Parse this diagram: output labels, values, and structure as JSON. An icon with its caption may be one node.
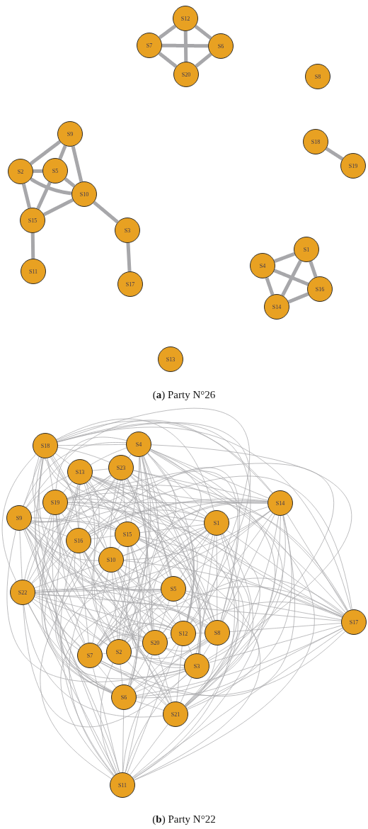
{
  "diagram": {
    "nodes": [
      {
        "text": [
          "S12"
        ]
      },
      {
        "text": [
          "S7"
        ]
      },
      {
        "text": [
          "S6"
        ]
      },
      {
        "text": [
          "S8"
        ]
      },
      {
        "text": [
          "S20"
        ]
      },
      {
        "text": [
          "S9"
        ]
      },
      {
        "text": [
          "S18"
        ]
      },
      {
        "text": [
          "S2"
        ]
      },
      {
        "text": [
          "S5"
        ]
      },
      {
        "text": [
          "S19"
        ]
      },
      {
        "text": [
          "S10"
        ]
      },
      {
        "text": [
          "S15"
        ]
      },
      {
        "text": [
          "S3"
        ]
      },
      {
        "text": [
          "S1"
        ]
      },
      {
        "text": [
          "S4"
        ]
      },
      {
        "text": [
          "S11"
        ]
      },
      {
        "text": [
          "S17"
        ]
      },
      {
        "text": [
          "S16"
        ]
      },
      {
        "text": [
          "S14"
        ]
      },
      {
        "text": [
          "S13"
        ]
      },
      {
        "text": [
          "S4"
        ]
      },
      {
        "text": [
          "S18"
        ]
      },
      {
        "text": [
          "S23"
        ]
      },
      {
        "text": [
          "S13"
        ]
      },
      {
        "text": [
          "S19"
        ]
      },
      {
        "text": [
          "S14"
        ]
      },
      {
        "text": [
          "S9"
        ]
      },
      {
        "text": [
          "S1"
        ]
      },
      {
        "text": [
          "S15"
        ]
      },
      {
        "text": [
          "S16"
        ]
      },
      {
        "text": [
          "S10"
        ]
      },
      {
        "text": [
          "S22"
        ]
      },
      {
        "text": [
          "S5"
        ]
      },
      {
        "text": [
          "S17"
        ]
      },
      {
        "text": [
          "S8"
        ]
      },
      {
        "text": [
          "S12"
        ]
      },
      {
        "text": [
          "S20"
        ]
      },
      {
        "text": [
          "S2"
        ]
      },
      {
        "text": [
          "S7"
        ]
      },
      {
        "text": [
          "S3"
        ]
      },
      {
        "text": [
          "S6"
        ]
      },
      {
        "text": [
          "S21"
        ]
      },
      {
        "text": [
          "S11"
        ]
      }
    ],
    "edges": [
      {
        "from": 0,
        "to": 1,
        "arrow": "none",
        "style": "thick"
      },
      {
        "from": 0,
        "to": 2,
        "arrow": "none",
        "style": "thick"
      },
      {
        "from": 0,
        "to": 4,
        "arrow": "none",
        "style": "thick"
      },
      {
        "from": 1,
        "to": 2,
        "arrow": "none",
        "style": "thick"
      },
      {
        "from": 1,
        "to": 4,
        "arrow": "none",
        "style": "thick"
      },
      {
        "from": 2,
        "to": 4,
        "arrow": "none",
        "style": "thick"
      },
      {
        "from": 6,
        "to": 9,
        "arrow": "none",
        "style": "thick"
      },
      {
        "from": 5,
        "to": 7,
        "arrow": "none",
        "style": "thick"
      },
      {
        "from": 5,
        "to": 8,
        "arrow": "none",
        "style": "thick"
      },
      {
        "from": 5,
        "to": 10,
        "arrow": "none",
        "style": "thick"
      },
      {
        "from": 7,
        "to": 8,
        "arrow": "none",
        "style": "thick"
      },
      {
        "from": 7,
        "to": 10,
        "arrow": "none",
        "style": "thick"
      },
      {
        "from": 7,
        "to": 11,
        "arrow": "none",
        "style": "thick"
      },
      {
        "from": 8,
        "to": 10,
        "arrow": "none",
        "style": "thick"
      },
      {
        "from": 8,
        "to": 11,
        "arrow": "none",
        "style": "thick"
      },
      {
        "from": 10,
        "to": 11,
        "arrow": "none",
        "style": "thick"
      },
      {
        "from": 10,
        "to": 12,
        "arrow": "none",
        "style": "thick"
      },
      {
        "from": 12,
        "to": 16,
        "arrow": "none",
        "style": "thick"
      },
      {
        "from": 11,
        "to": 15,
        "arrow": "none",
        "style": "thick"
      },
      {
        "from": 13,
        "to": 14,
        "arrow": "none",
        "style": "thick"
      },
      {
        "from": 13,
        "to": 17,
        "arrow": "none",
        "style": "thick"
      },
      {
        "from": 13,
        "to": 18,
        "arrow": "none",
        "style": "thick"
      },
      {
        "from": 14,
        "to": 17,
        "arrow": "none",
        "style": "thick"
      },
      {
        "from": 14,
        "to": 18,
        "arrow": "none",
        "style": "thick"
      },
      {
        "from": 17,
        "to": 18,
        "arrow": "none",
        "style": "thick"
      },
      {
        "from": 20,
        "to": 21,
        "arrow": "none"
      },
      {
        "from": 20,
        "to": 22,
        "arrow": "none"
      },
      {
        "from": 20,
        "to": 23,
        "arrow": "none"
      },
      {
        "from": 20,
        "to": 24,
        "arrow": "none"
      },
      {
        "from": 20,
        "to": 25,
        "arrow": "none"
      },
      {
        "from": 20,
        "to": 26,
        "arrow": "none"
      },
      {
        "from": 20,
        "to": 27,
        "arrow": "none"
      },
      {
        "from": 20,
        "to": 28,
        "arrow": "none"
      },
      {
        "from": 20,
        "to": 29,
        "arrow": "none"
      },
      {
        "from": 20,
        "to": 30,
        "arrow": "none"
      },
      {
        "from": 20,
        "to": 31,
        "arrow": "none"
      },
      {
        "from": 20,
        "to": 32,
        "arrow": "none"
      },
      {
        "from": 20,
        "to": 33,
        "arrow": "none"
      },
      {
        "from": 20,
        "to": 34,
        "arrow": "none"
      },
      {
        "from": 20,
        "to": 35,
        "arrow": "none"
      },
      {
        "from": 20,
        "to": 36,
        "arrow": "none"
      },
      {
        "from": 20,
        "to": 37,
        "arrow": "none"
      },
      {
        "from": 20,
        "to": 38,
        "arrow": "none"
      },
      {
        "from": 20,
        "to": 39,
        "arrow": "none"
      },
      {
        "from": 20,
        "to": 40,
        "arrow": "none"
      },
      {
        "from": 20,
        "to": 41,
        "arrow": "none"
      },
      {
        "from": 20,
        "to": 42,
        "arrow": "none"
      },
      {
        "from": 21,
        "to": 22,
        "arrow": "none"
      },
      {
        "from": 21,
        "to": 23,
        "arrow": "none"
      },
      {
        "from": 21,
        "to": 24,
        "arrow": "none"
      },
      {
        "from": 21,
        "to": 25,
        "arrow": "none"
      },
      {
        "from": 21,
        "to": 26,
        "arrow": "none"
      },
      {
        "from": 21,
        "to": 27,
        "arrow": "none"
      },
      {
        "from": 21,
        "to": 28,
        "arrow": "none"
      },
      {
        "from": 21,
        "to": 29,
        "arrow": "none"
      },
      {
        "from": 21,
        "to": 30,
        "arrow": "none"
      },
      {
        "from": 21,
        "to": 31,
        "arrow": "none"
      },
      {
        "from": 21,
        "to": 32,
        "arrow": "none"
      },
      {
        "from": 21,
        "to": 33,
        "arrow": "none"
      },
      {
        "from": 21,
        "to": 34,
        "arrow": "none"
      },
      {
        "from": 21,
        "to": 35,
        "arrow": "none"
      },
      {
        "from": 21,
        "to": 36,
        "arrow": "none"
      },
      {
        "from": 21,
        "to": 37,
        "arrow": "none"
      },
      {
        "from": 21,
        "to": 38,
        "arrow": "none"
      },
      {
        "from": 21,
        "to": 39,
        "arrow": "none"
      },
      {
        "from": 21,
        "to": 40,
        "arrow": "none"
      },
      {
        "from": 21,
        "to": 41,
        "arrow": "none"
      },
      {
        "from": 21,
        "to": 42,
        "arrow": "none"
      },
      {
        "from": 22,
        "to": 23,
        "arrow": "none"
      },
      {
        "from": 22,
        "to": 24,
        "arrow": "none"
      },
      {
        "from": 22,
        "to": 25,
        "arrow": "none"
      },
      {
        "from": 22,
        "to": 26,
        "arrow": "none"
      },
      {
        "from": 22,
        "to": 27,
        "arrow": "none"
      },
      {
        "from": 22,
        "to": 28,
        "arrow": "none"
      },
      {
        "from": 22,
        "to": 29,
        "arrow": "none"
      },
      {
        "from": 22,
        "to": 30,
        "arrow": "none"
      },
      {
        "from": 22,
        "to": 31,
        "arrow": "none"
      },
      {
        "from": 22,
        "to": 32,
        "arrow": "none"
      },
      {
        "from": 22,
        "to": 33,
        "arrow": "none"
      },
      {
        "from": 22,
        "to": 34,
        "arrow": "none"
      },
      {
        "from": 22,
        "to": 35,
        "arrow": "none"
      },
      {
        "from": 22,
        "to": 36,
        "arrow": "none"
      },
      {
        "from": 22,
        "to": 37,
        "arrow": "none"
      },
      {
        "from": 22,
        "to": 38,
        "arrow": "none"
      },
      {
        "from": 22,
        "to": 39,
        "arrow": "none"
      },
      {
        "from": 22,
        "to": 40,
        "arrow": "none"
      },
      {
        "from": 22,
        "to": 41,
        "arrow": "none"
      },
      {
        "from": 22,
        "to": 42,
        "arrow": "none"
      },
      {
        "from": 23,
        "to": 24,
        "arrow": "none"
      },
      {
        "from": 23,
        "to": 25,
        "arrow": "none"
      },
      {
        "from": 23,
        "to": 26,
        "arrow": "none"
      },
      {
        "from": 23,
        "to": 27,
        "arrow": "none"
      },
      {
        "from": 23,
        "to": 28,
        "arrow": "none"
      },
      {
        "from": 23,
        "to": 29,
        "arrow": "none"
      },
      {
        "from": 23,
        "to": 30,
        "arrow": "none"
      },
      {
        "from": 23,
        "to": 31,
        "arrow": "none"
      },
      {
        "from": 23,
        "to": 32,
        "arrow": "none"
      },
      {
        "from": 23,
        "to": 33,
        "arrow": "none"
      },
      {
        "from": 23,
        "to": 34,
        "arrow": "none"
      },
      {
        "from": 23,
        "to": 35,
        "arrow": "none"
      },
      {
        "from": 23,
        "to": 36,
        "arrow": "none"
      },
      {
        "from": 23,
        "to": 37,
        "arrow": "none"
      },
      {
        "from": 23,
        "to": 38,
        "arrow": "none"
      },
      {
        "from": 23,
        "to": 39,
        "arrow": "none"
      },
      {
        "from": 23,
        "to": 40,
        "arrow": "none"
      },
      {
        "from": 23,
        "to": 41,
        "arrow": "none"
      },
      {
        "from": 23,
        "to": 42,
        "arrow": "none"
      },
      {
        "from": 24,
        "to": 25,
        "arrow": "none"
      },
      {
        "from": 24,
        "to": 26,
        "arrow": "none"
      },
      {
        "from": 24,
        "to": 27,
        "arrow": "none"
      },
      {
        "from": 24,
        "to": 28,
        "arrow": "none"
      },
      {
        "from": 24,
        "to": 29,
        "arrow": "none"
      },
      {
        "from": 24,
        "to": 30,
        "arrow": "none"
      },
      {
        "from": 24,
        "to": 31,
        "arrow": "none"
      },
      {
        "from": 24,
        "to": 32,
        "arrow": "none"
      },
      {
        "from": 24,
        "to": 33,
        "arrow": "none"
      },
      {
        "from": 24,
        "to": 34,
        "arrow": "none"
      },
      {
        "from": 24,
        "to": 35,
        "arrow": "none"
      },
      {
        "from": 24,
        "to": 36,
        "arrow": "none"
      },
      {
        "from": 24,
        "to": 37,
        "arrow": "none"
      },
      {
        "from": 24,
        "to": 38,
        "arrow": "none"
      },
      {
        "from": 24,
        "to": 39,
        "arrow": "none"
      },
      {
        "from": 24,
        "to": 40,
        "arrow": "none"
      },
      {
        "from": 24,
        "to": 41,
        "arrow": "none"
      },
      {
        "from": 24,
        "to": 42,
        "arrow": "none"
      },
      {
        "from": 25,
        "to": 26,
        "arrow": "none"
      },
      {
        "from": 25,
        "to": 27,
        "arrow": "none"
      },
      {
        "from": 25,
        "to": 28,
        "arrow": "none"
      },
      {
        "from": 25,
        "to": 29,
        "arrow": "none"
      },
      {
        "from": 25,
        "to": 30,
        "arrow": "none"
      },
      {
        "from": 25,
        "to": 31,
        "arrow": "none"
      },
      {
        "from": 25,
        "to": 32,
        "arrow": "none"
      },
      {
        "from": 25,
        "to": 33,
        "arrow": "none"
      },
      {
        "from": 25,
        "to": 34,
        "arrow": "none"
      },
      {
        "from": 25,
        "to": 35,
        "arrow": "none"
      },
      {
        "from": 25,
        "to": 36,
        "arrow": "none"
      },
      {
        "from": 25,
        "to": 37,
        "arrow": "none"
      },
      {
        "from": 25,
        "to": 38,
        "arrow": "none"
      },
      {
        "from": 25,
        "to": 39,
        "arrow": "none"
      },
      {
        "from": 25,
        "to": 40,
        "arrow": "none"
      },
      {
        "from": 25,
        "to": 41,
        "arrow": "none"
      },
      {
        "from": 25,
        "to": 42,
        "arrow": "none"
      },
      {
        "from": 26,
        "to": 27,
        "arrow": "none"
      },
      {
        "from": 26,
        "to": 28,
        "arrow": "none"
      },
      {
        "from": 26,
        "to": 29,
        "arrow": "none"
      },
      {
        "from": 26,
        "to": 30,
        "arrow": "none"
      },
      {
        "from": 26,
        "to": 31,
        "arrow": "none"
      },
      {
        "from": 26,
        "to": 32,
        "arrow": "none"
      },
      {
        "from": 26,
        "to": 33,
        "arrow": "none"
      },
      {
        "from": 26,
        "to": 34,
        "arrow": "none"
      },
      {
        "from": 26,
        "to": 35,
        "arrow": "none"
      },
      {
        "from": 26,
        "to": 36,
        "arrow": "none"
      },
      {
        "from": 26,
        "to": 37,
        "arrow": "none"
      },
      {
        "from": 26,
        "to": 38,
        "arrow": "none"
      },
      {
        "from": 26,
        "to": 39,
        "arrow": "none"
      },
      {
        "from": 26,
        "to": 40,
        "arrow": "none"
      },
      {
        "from": 26,
        "to": 41,
        "arrow": "none"
      },
      {
        "from": 26,
        "to": 42,
        "arrow": "none"
      },
      {
        "from": 27,
        "to": 28,
        "arrow": "none"
      },
      {
        "from": 27,
        "to": 29,
        "arrow": "none"
      },
      {
        "from": 27,
        "to": 30,
        "arrow": "none"
      },
      {
        "from": 27,
        "to": 31,
        "arrow": "none"
      },
      {
        "from": 27,
        "to": 32,
        "arrow": "none"
      },
      {
        "from": 27,
        "to": 33,
        "arrow": "none"
      },
      {
        "from": 27,
        "to": 34,
        "arrow": "none"
      },
      {
        "from": 27,
        "to": 35,
        "arrow": "none"
      },
      {
        "from": 27,
        "to": 36,
        "arrow": "none"
      },
      {
        "from": 27,
        "to": 37,
        "arrow": "none"
      },
      {
        "from": 27,
        "to": 38,
        "arrow": "none"
      },
      {
        "from": 27,
        "to": 39,
        "arrow": "none"
      },
      {
        "from": 27,
        "to": 40,
        "arrow": "none"
      },
      {
        "from": 27,
        "to": 41,
        "arrow": "none"
      },
      {
        "from": 27,
        "to": 42,
        "arrow": "none"
      },
      {
        "from": 28,
        "to": 29,
        "arrow": "none"
      },
      {
        "from": 28,
        "to": 30,
        "arrow": "none"
      },
      {
        "from": 28,
        "to": 31,
        "arrow": "none"
      },
      {
        "from": 28,
        "to": 32,
        "arrow": "none"
      },
      {
        "from": 28,
        "to": 33,
        "arrow": "none"
      },
      {
        "from": 28,
        "to": 34,
        "arrow": "none"
      },
      {
        "from": 28,
        "to": 35,
        "arrow": "none"
      },
      {
        "from": 28,
        "to": 36,
        "arrow": "none"
      },
      {
        "from": 28,
        "to": 37,
        "arrow": "none"
      },
      {
        "from": 28,
        "to": 38,
        "arrow": "none"
      },
      {
        "from": 28,
        "to": 39,
        "arrow": "none"
      },
      {
        "from": 28,
        "to": 40,
        "arrow": "none"
      },
      {
        "from": 28,
        "to": 41,
        "arrow": "none"
      },
      {
        "from": 28,
        "to": 42,
        "arrow": "none"
      },
      {
        "from": 29,
        "to": 30,
        "arrow": "none"
      },
      {
        "from": 29,
        "to": 31,
        "arrow": "none"
      },
      {
        "from": 29,
        "to": 32,
        "arrow": "none"
      },
      {
        "from": 29,
        "to": 33,
        "arrow": "none"
      },
      {
        "from": 29,
        "to": 34,
        "arrow": "none"
      },
      {
        "from": 29,
        "to": 35,
        "arrow": "none"
      },
      {
        "from": 29,
        "to": 36,
        "arrow": "none"
      },
      {
        "from": 29,
        "to": 37,
        "arrow": "none"
      },
      {
        "from": 29,
        "to": 38,
        "arrow": "none"
      },
      {
        "from": 29,
        "to": 39,
        "arrow": "none"
      },
      {
        "from": 29,
        "to": 40,
        "arrow": "none"
      },
      {
        "from": 29,
        "to": 41,
        "arrow": "none"
      },
      {
        "from": 29,
        "to": 42,
        "arrow": "none"
      },
      {
        "from": 30,
        "to": 31,
        "arrow": "none"
      },
      {
        "from": 30,
        "to": 32,
        "arrow": "none"
      },
      {
        "from": 30,
        "to": 33,
        "arrow": "none"
      },
      {
        "from": 30,
        "to": 34,
        "arrow": "none"
      },
      {
        "from": 30,
        "to": 35,
        "arrow": "none"
      },
      {
        "from": 30,
        "to": 36,
        "arrow": "none"
      },
      {
        "from": 30,
        "to": 37,
        "arrow": "none"
      },
      {
        "from": 30,
        "to": 38,
        "arrow": "none"
      },
      {
        "from": 30,
        "to": 39,
        "arrow": "none"
      },
      {
        "from": 30,
        "to": 40,
        "arrow": "none"
      },
      {
        "from": 30,
        "to": 41,
        "arrow": "none"
      },
      {
        "from": 30,
        "to": 42,
        "arrow": "none"
      },
      {
        "from": 31,
        "to": 32,
        "arrow": "none"
      },
      {
        "from": 31,
        "to": 33,
        "arrow": "none"
      },
      {
        "from": 31,
        "to": 34,
        "arrow": "none"
      },
      {
        "from": 31,
        "to": 35,
        "arrow": "none"
      },
      {
        "from": 31,
        "to": 36,
        "arrow": "none"
      },
      {
        "from": 31,
        "to": 37,
        "arrow": "none"
      },
      {
        "from": 31,
        "to": 38,
        "arrow": "none"
      },
      {
        "from": 31,
        "to": 39,
        "arrow": "none"
      },
      {
        "from": 31,
        "to": 40,
        "arrow": "none"
      },
      {
        "from": 31,
        "to": 41,
        "arrow": "none"
      },
      {
        "from": 31,
        "to": 42,
        "arrow": "none"
      },
      {
        "from": 32,
        "to": 33,
        "arrow": "none"
      },
      {
        "from": 32,
        "to": 34,
        "arrow": "none"
      },
      {
        "from": 32,
        "to": 35,
        "arrow": "none"
      },
      {
        "from": 32,
        "to": 36,
        "arrow": "none"
      },
      {
        "from": 32,
        "to": 37,
        "arrow": "none"
      },
      {
        "from": 32,
        "to": 38,
        "arrow": "none"
      },
      {
        "from": 32,
        "to": 39,
        "arrow": "none"
      },
      {
        "from": 32,
        "to": 40,
        "arrow": "none"
      },
      {
        "from": 32,
        "to": 41,
        "arrow": "none"
      },
      {
        "from": 32,
        "to": 42,
        "arrow": "none"
      },
      {
        "from": 33,
        "to": 34,
        "arrow": "none"
      },
      {
        "from": 33,
        "to": 35,
        "arrow": "none"
      },
      {
        "from": 33,
        "to": 36,
        "arrow": "none"
      },
      {
        "from": 33,
        "to": 37,
        "arrow": "none"
      },
      {
        "from": 33,
        "to": 38,
        "arrow": "none"
      },
      {
        "from": 33,
        "to": 39,
        "arrow": "none"
      },
      {
        "from": 33,
        "to": 40,
        "arrow": "none"
      },
      {
        "from": 33,
        "to": 41,
        "arrow": "none"
      },
      {
        "from": 33,
        "to": 42,
        "arrow": "none"
      },
      {
        "from": 34,
        "to": 35,
        "arrow": "none"
      },
      {
        "from": 34,
        "to": 36,
        "arrow": "none"
      },
      {
        "from": 34,
        "to": 37,
        "arrow": "none"
      },
      {
        "from": 34,
        "to": 38,
        "arrow": "none"
      },
      {
        "from": 34,
        "to": 39,
        "arrow": "none"
      },
      {
        "from": 34,
        "to": 40,
        "arrow": "none"
      },
      {
        "from": 34,
        "to": 41,
        "arrow": "none"
      },
      {
        "from": 34,
        "to": 42,
        "arrow": "none"
      },
      {
        "from": 35,
        "to": 36,
        "arrow": "none"
      },
      {
        "from": 35,
        "to": 37,
        "arrow": "none"
      },
      {
        "from": 35,
        "to": 38,
        "arrow": "none"
      },
      {
        "from": 35,
        "to": 39,
        "arrow": "none"
      },
      {
        "from": 35,
        "to": 40,
        "arrow": "none"
      },
      {
        "from": 35,
        "to": 41,
        "arrow": "none"
      },
      {
        "from": 35,
        "to": 42,
        "arrow": "none"
      },
      {
        "from": 36,
        "to": 37,
        "arrow": "none"
      },
      {
        "from": 36,
        "to": 38,
        "arrow": "none"
      },
      {
        "from": 36,
        "to": 39,
        "arrow": "none"
      },
      {
        "from": 36,
        "to": 40,
        "arrow": "none"
      },
      {
        "from": 36,
        "to": 41,
        "arrow": "none"
      },
      {
        "from": 36,
        "to": 42,
        "arrow": "none"
      },
      {
        "from": 37,
        "to": 38,
        "arrow": "none"
      },
      {
        "from": 37,
        "to": 39,
        "arrow": "none"
      },
      {
        "from": 37,
        "to": 40,
        "arrow": "none"
      },
      {
        "from": 37,
        "to": 41,
        "arrow": "none"
      },
      {
        "from": 37,
        "to": 42,
        "arrow": "none"
      },
      {
        "from": 38,
        "to": 39,
        "arrow": "none"
      },
      {
        "from": 38,
        "to": 40,
        "arrow": "none"
      },
      {
        "from": 38,
        "to": 41,
        "arrow": "none"
      },
      {
        "from": 38,
        "to": 42,
        "arrow": "none"
      },
      {
        "from": 39,
        "to": 40,
        "arrow": "none"
      },
      {
        "from": 39,
        "to": 41,
        "arrow": "none"
      },
      {
        "from": 39,
        "to": 42,
        "arrow": "none"
      },
      {
        "from": 40,
        "to": 41,
        "arrow": "none"
      },
      {
        "from": 40,
        "to": 42,
        "arrow": "none"
      },
      {
        "from": 41,
        "to": 42,
        "arrow": "none"
      }
    ],
    "labels": [
      "(**a**) Party N°26",
      "(**b**) Party N°22"
    ]
  }
}
